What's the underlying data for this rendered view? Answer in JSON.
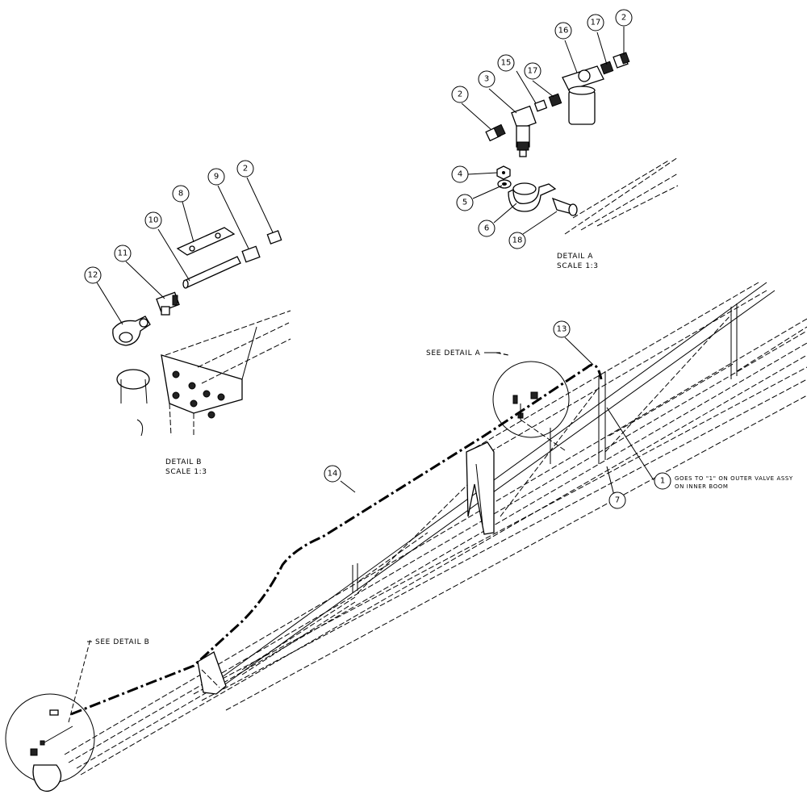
{
  "callouts": {
    "c2a": "2",
    "c3": "3",
    "c15": "15",
    "c17a": "17",
    "c16": "16",
    "c17b": "17",
    "c2b": "2",
    "c4": "4",
    "c5": "5",
    "c6": "6",
    "c18": "18",
    "c8": "8",
    "c9": "9",
    "c2c": "2",
    "c10": "10",
    "c11": "11",
    "c12": "12",
    "c13": "13",
    "c14": "14",
    "c1": "1",
    "c7": "7"
  },
  "detail_a": {
    "title": "DETAIL  A",
    "scale": "SCALE  1:3"
  },
  "detail_b": {
    "title": "DETAIL  B",
    "scale": "SCALE  1:3"
  },
  "see_detail_a": "SEE DETAIL  A",
  "see_detail_b": "SEE DETAIL  B",
  "note_1": {
    "line1": "GOES TO \"1\" ON OUTER VALVE ASSY",
    "line2": "ON INNER BOOM"
  }
}
